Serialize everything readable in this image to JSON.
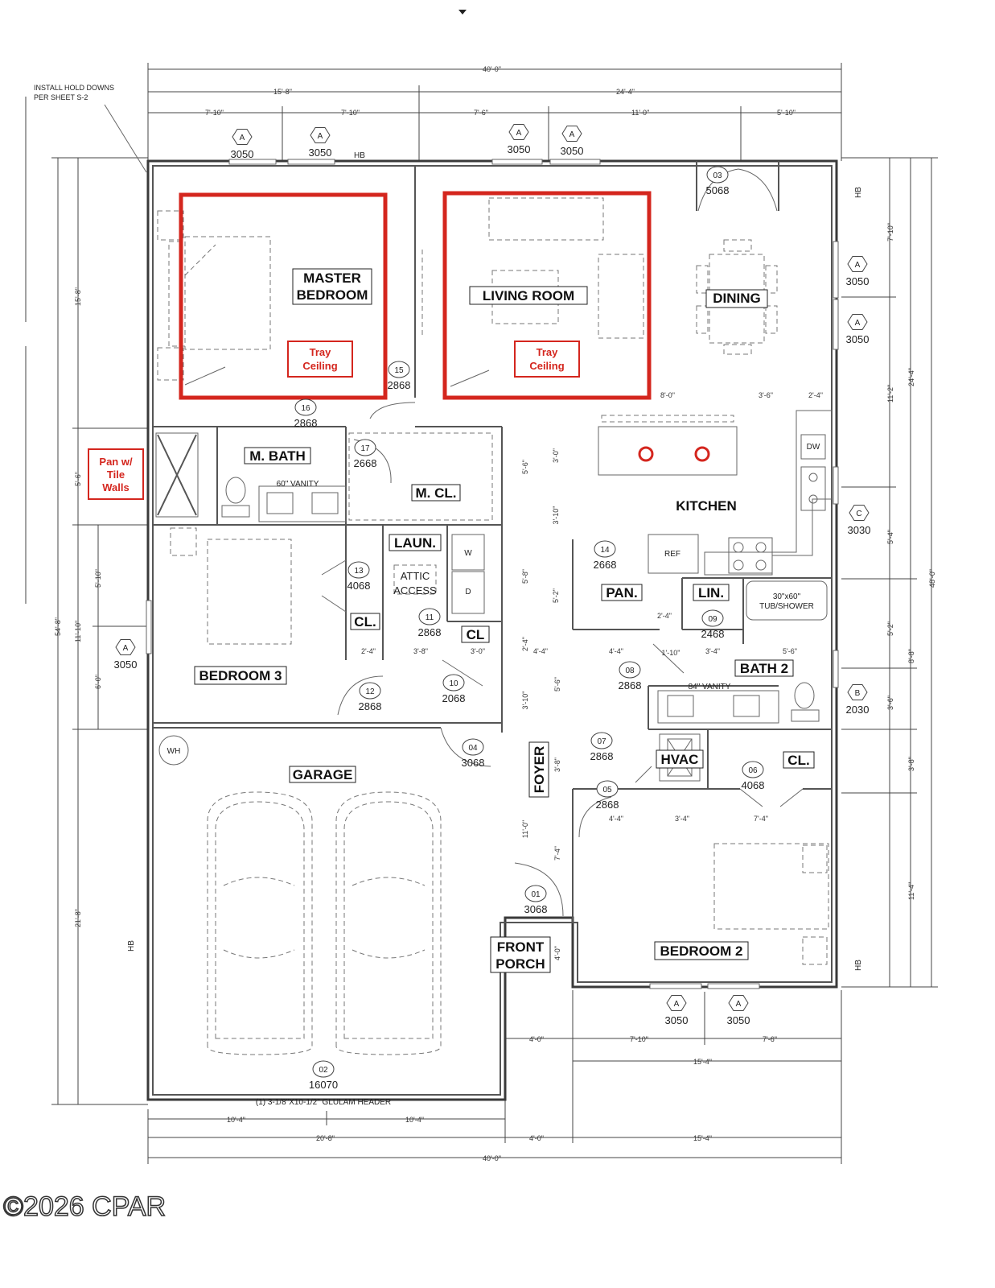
{
  "rooms": {
    "master_bedroom": "MASTER\nBEDROOM",
    "living_room": "LIVING ROOM",
    "dining": "DINING",
    "kitchen": "KITCHEN",
    "m_bath": "M. BATH",
    "m_cl": "M. CL.",
    "laun": "LAUN.",
    "bedroom3": "BEDROOM 3",
    "cl_a": "CL.",
    "cl_b": "CL",
    "pan": "PAN.",
    "lin": "LIN.",
    "bath2": "BATH 2",
    "hvac": "HVAC",
    "cl_c": "CL.",
    "garage": "GARAGE",
    "foyer": "FOYER",
    "front_porch": "FRONT\nPORCH",
    "bedroom2": "BEDROOM 2"
  },
  "notes": {
    "tray_ceiling": "Tray\nCeiling",
    "pan_tile": "Pan w/\nTile\nWalls",
    "hold_downs": "INSTALL HOLD DOWNS\nPER SHEET S-2",
    "glulam": "(1) 3-1/8\"X10-1/2\" GLULAM HEADER",
    "attic": "ATTIC\nACCESS",
    "vanity60": "60\" VANITY",
    "vanity84": "84\" VANITY",
    "tub": "30\"x60\"\nTUB/SHOWER",
    "ref": "REF",
    "dw": "DW",
    "wh": "WH",
    "hb": "HB",
    "w": "W",
    "d": "D"
  },
  "doors": [
    {
      "num": "01",
      "size": "3068"
    },
    {
      "num": "02",
      "size": "16070"
    },
    {
      "num": "03",
      "size": "5068"
    },
    {
      "num": "04",
      "size": "3068"
    },
    {
      "num": "05",
      "size": "2868"
    },
    {
      "num": "06",
      "size": "4068"
    },
    {
      "num": "07",
      "size": "2868"
    },
    {
      "num": "08",
      "size": "2868"
    },
    {
      "num": "09",
      "size": "2468"
    },
    {
      "num": "10",
      "size": "2068"
    },
    {
      "num": "11",
      "size": "2868"
    },
    {
      "num": "12",
      "size": "2868"
    },
    {
      "num": "13",
      "size": "4068"
    },
    {
      "num": "14",
      "size": "2668"
    },
    {
      "num": "15",
      "size": "2868"
    },
    {
      "num": "16",
      "size": "2868"
    },
    {
      "num": "17",
      "size": "2668"
    }
  ],
  "windows": [
    {
      "type": "A",
      "size": "3050"
    },
    {
      "type": "A",
      "size": "3050"
    },
    {
      "type": "A",
      "size": "3050"
    },
    {
      "type": "A",
      "size": "3050"
    },
    {
      "type": "A",
      "size": "3050"
    },
    {
      "type": "A",
      "size": "3050"
    },
    {
      "type": "C",
      "size": "3030"
    },
    {
      "type": "A",
      "size": "3050"
    },
    {
      "type": "B",
      "size": "2030"
    },
    {
      "type": "A",
      "size": "3050"
    },
    {
      "type": "A",
      "size": "3050"
    }
  ],
  "dimensions": {
    "top_overall": "40'-0\"",
    "top_a": "15'-8\"",
    "top_b": "24'-4\"",
    "top_c": [
      "7'-10\"",
      "7'-10\"",
      "7'-6\"",
      "11'-0\"",
      "5'-10\""
    ],
    "bottom_overall": "40'-0\"",
    "bottom_a": [
      "10'-4\"",
      "10'-4\""
    ],
    "bottom_b": "20'-8\"",
    "bottom_c": "4'-0\"",
    "bottom_d": "15'-4\"",
    "bottom_e": [
      "4'-0\"",
      "7'-10\"",
      "7'-6\""
    ],
    "bottom_f": "15'-4\"",
    "left_overall": "54'-8\"",
    "left_a": [
      "15'-8\"",
      "5'-6\"",
      "11'-10\"",
      "21'-8\""
    ],
    "left_b": [
      "5'-10\"",
      "6'-0\""
    ],
    "right_overall": "48'-0\"",
    "right_a": [
      "24'-4\"",
      "8'-8\"",
      "11'-4\""
    ],
    "right_b": [
      "7'-10\"",
      "11'-2\"",
      "5'-4\"",
      "5'-2\"",
      "3'-6\"",
      "3'-8\""
    ],
    "interior": [
      "8'-0\"",
      "3'-6\"",
      "2'-4\"",
      "3'-0\"",
      "3'-10\"",
      "5'-2\"",
      "5'-6\"",
      "5'-8\"",
      "5'-6\"",
      "3'-10\"",
      "4'-4\"",
      "4'-4\"",
      "1'-10\"",
      "3'-4\"",
      "5'-6\"",
      "2'-4\"",
      "3'-8\"",
      "3'-0\"",
      "2'-4\"",
      "2'-4\"",
      "3'-8\"",
      "4'-4\"",
      "3'-4\"",
      "7'-4\"",
      "11'-0\"",
      "7'-4\"",
      "4'-0\""
    ]
  },
  "watermark": "©2026 CPAR"
}
